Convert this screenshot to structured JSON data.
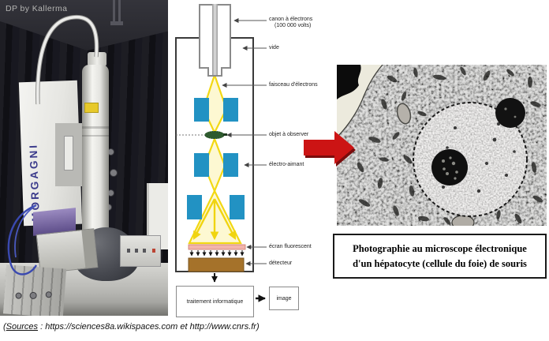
{
  "photo": {
    "watermark": "DP by Kallerma",
    "brand": "MORGAGNI"
  },
  "diagram": {
    "labels": {
      "gun_line1": "canon à électrons",
      "gun_line2": "(100 000 volts)",
      "vacuum": "vide",
      "beam": "faisceau d'électrons",
      "object": "objet à observer",
      "magnet": "électro-aimant",
      "screen": "écran fluorescent",
      "detector": "détecteur",
      "processing": "traitement informatique",
      "image": "image"
    },
    "colors": {
      "lens_blue": "#2292c3",
      "beam_yellow": "#f2d813",
      "beam_fill": "#fdf8d2",
      "specimen_green": "#2e5b2e",
      "screen_pink": "#f2b4ac",
      "detector_brown": "#a5722a",
      "arrow_red": "#cc1414"
    }
  },
  "micrograph_caption": {
    "line1": "Photographie au microscope électronique",
    "line2": "d'un hépatocyte (cellule du foie) de souris"
  },
  "sources": {
    "open": "(",
    "label": "Sources",
    "rest": " : https://sciences8a.wikispaces.com et http://www.cnrs.fr)"
  }
}
